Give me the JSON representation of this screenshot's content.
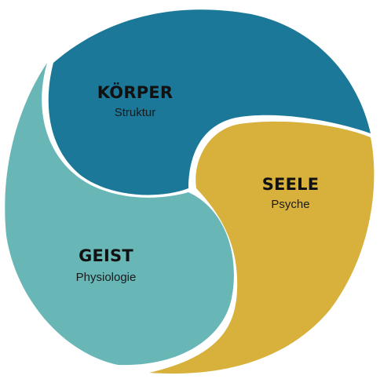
{
  "segments": [
    {
      "id": "koerper",
      "title": "KÖRPER",
      "subtitle": "Struktur",
      "color": "#1b7898"
    },
    {
      "id": "seele",
      "title": "SEELE",
      "subtitle": "Psyche",
      "color": "#d7b13b"
    },
    {
      "id": "geist",
      "title": "GEIST",
      "subtitle": "Physiologie",
      "color": "#69b6b6"
    }
  ]
}
